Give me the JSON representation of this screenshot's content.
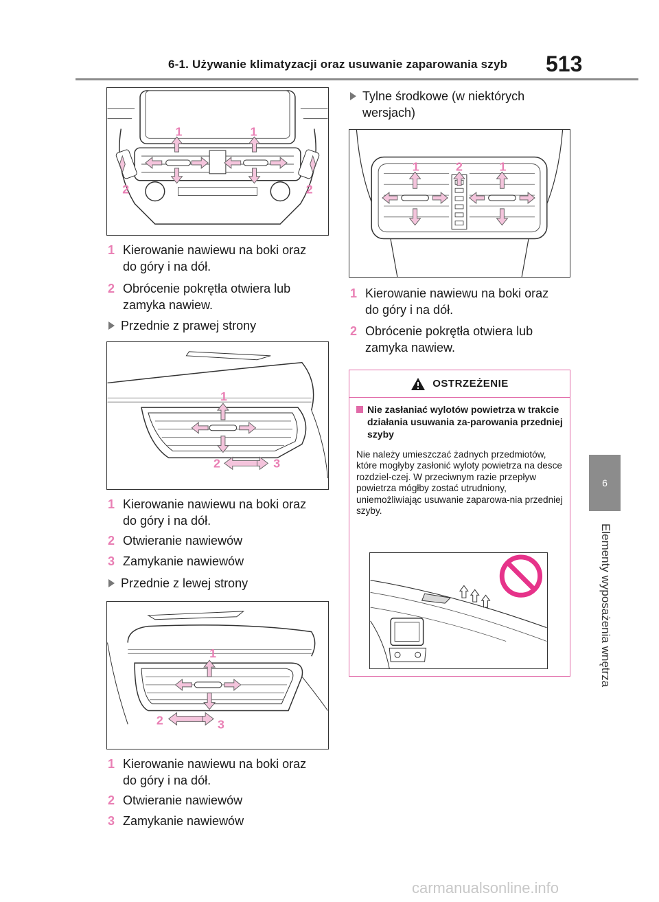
{
  "header": {
    "title": "6-1. Używanie klimatyzacji oraz usuwanie zaparowania szyb",
    "page_number": "513"
  },
  "side_tab": {
    "number": "6",
    "label": "Elementy wyposażenia wnętrza"
  },
  "figures": {
    "fig1": {
      "callouts": [
        "1",
        "1",
        "2",
        "2"
      ]
    },
    "fig2": {
      "callouts": [
        "1",
        "2",
        "3"
      ]
    },
    "fig3": {
      "callouts": [
        "1",
        "2",
        "3"
      ]
    },
    "fig4": {
      "callouts": [
        "1",
        "2",
        "1"
      ]
    }
  },
  "left_column": {
    "list1": [
      {
        "num": "1",
        "text": "Kierowanie nawiewu na boki oraz do góry i na dół."
      },
      {
        "num": "2",
        "text": "Obrócenie pokrętła otwiera lub zamyka nawiew."
      }
    ],
    "sub1": "Przednie z prawej strony",
    "list2": [
      {
        "num": "1",
        "text": "Kierowanie nawiewu na boki oraz do góry i na dół."
      },
      {
        "num": "2",
        "text": "Otwieranie nawiewów"
      },
      {
        "num": "3",
        "text": "Zamykanie nawiewów"
      }
    ],
    "sub2": "Przednie z lewej strony",
    "list3": [
      {
        "num": "1",
        "text": "Kierowanie nawiewu na boki oraz do góry i na dół."
      },
      {
        "num": "2",
        "text": "Otwieranie nawiewów"
      },
      {
        "num": "3",
        "text": "Zamykanie nawiewów"
      }
    ]
  },
  "right_column": {
    "sub1": "Tylne środkowe (w niektórych wersjach)",
    "list1": [
      {
        "num": "1",
        "text": "Kierowanie nawiewu na boki oraz do góry i na dół."
      },
      {
        "num": "2",
        "text": "Obrócenie pokrętła otwiera lub zamyka nawiew."
      }
    ]
  },
  "warning": {
    "title": "OSTRZEŻENIE",
    "subtitle": "Nie zasłaniać wylotów powietrza w trakcie działania usuwania za-parowania przedniej szyby",
    "body": "Nie należy umieszczać żadnych przedmiotów, które mogłyby zasłonić wyloty powietrza na desce rozdziel-czej. W przeciwnym razie przepływ powietrza mógłby zostać utrudniony, uniemożliwiając usuwanie zaparowa-nia przedniej szyby."
  },
  "watermark": "carmanualsonline.info",
  "colors": {
    "accent_pink": "#e97fb4",
    "rule_gray": "#8c8c8c"
  }
}
